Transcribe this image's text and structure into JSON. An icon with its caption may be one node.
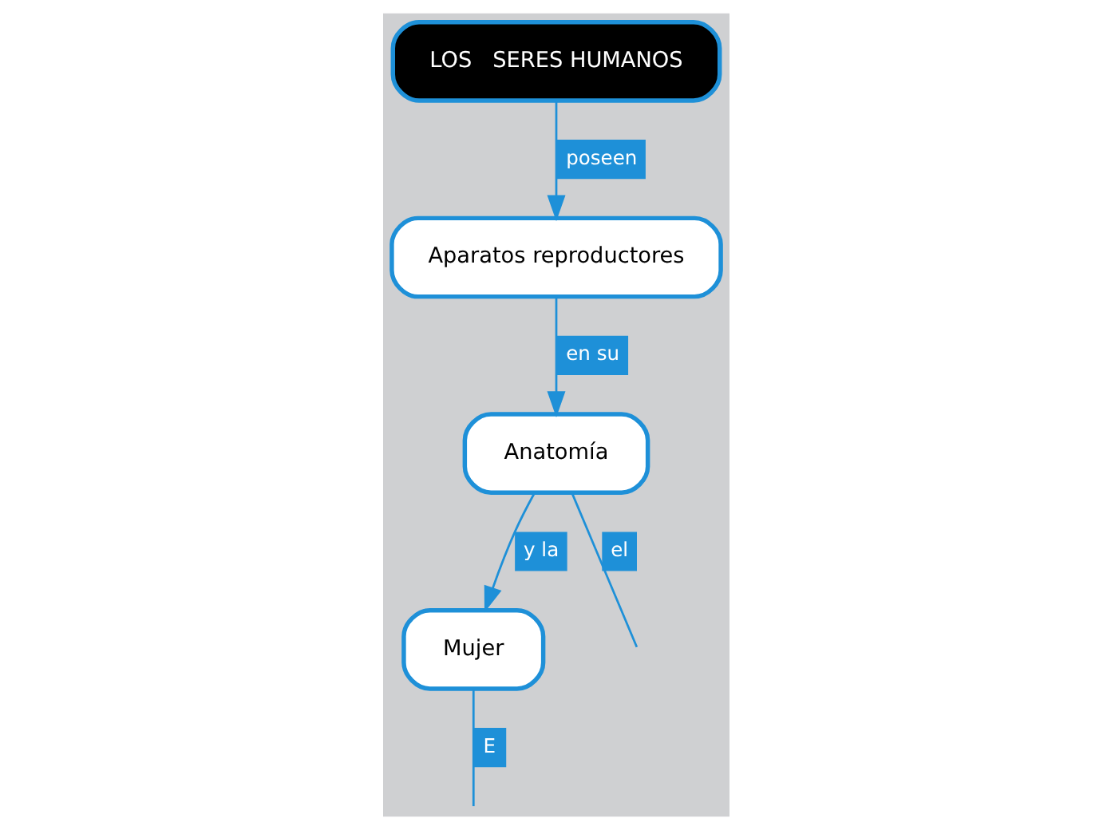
{
  "diagram": {
    "nodes": [
      {
        "text": [
          "LOS   SERES HUMANOS"
        ]
      },
      {
        "text": [
          "Aparatos reproductores"
        ]
      },
      {
        "text": [
          "Anatomía"
        ]
      },
      {
        "text": [
          "Mujer"
        ]
      }
    ],
    "edges": [
      {
        "from": 0,
        "to": 1,
        "arrow": "to",
        "label": "poseen"
      },
      {
        "from": 1,
        "to": 2,
        "arrow": "to",
        "label": "en su"
      },
      {
        "from": 2,
        "to": null,
        "arrow": "none",
        "label": "el"
      },
      {
        "from": 2,
        "to": 3,
        "arrow": "to",
        "label": "y la"
      },
      {
        "from": 3,
        "to": null,
        "arrow": "none",
        "label": "E"
      }
    ]
  }
}
